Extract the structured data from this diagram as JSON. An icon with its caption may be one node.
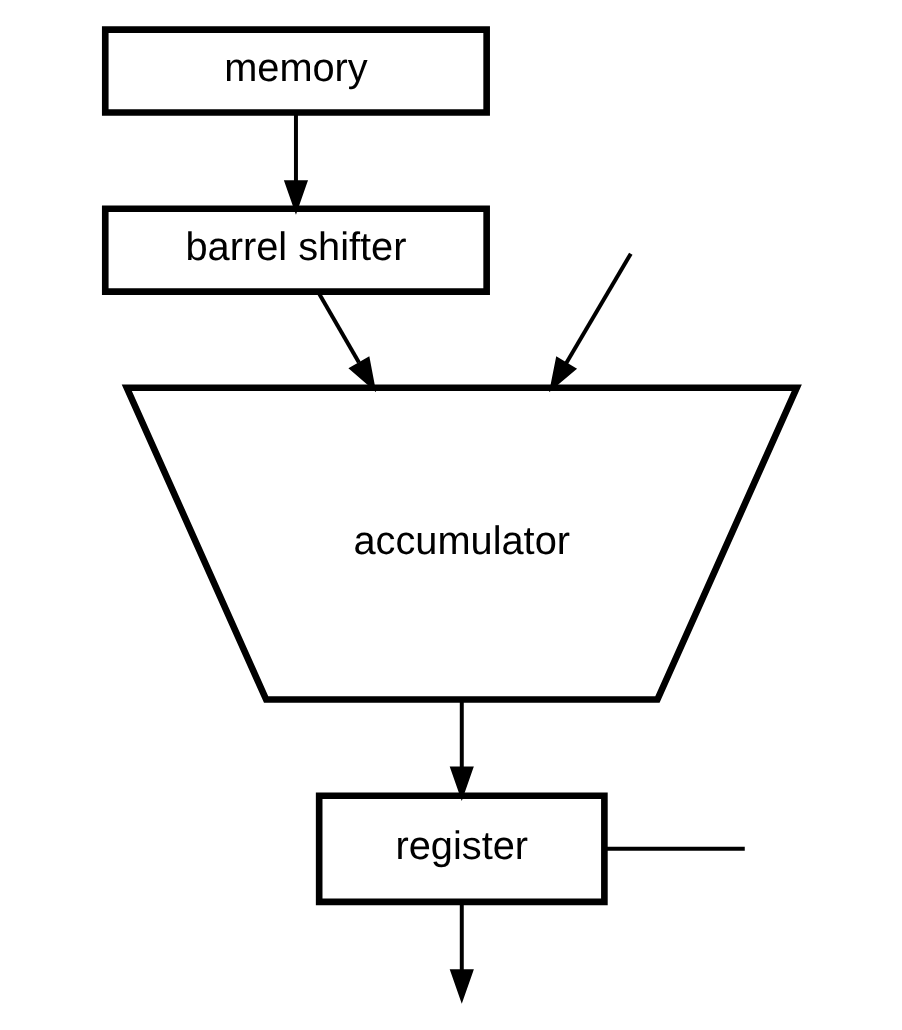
{
  "diagram": {
    "nodes": [
      {
        "text": [
          "memory"
        ]
      },
      {
        "text": [
          "barrel shifter"
        ]
      },
      {
        "text": [
          "accumulator"
        ]
      },
      {
        "text": [
          "register"
        ]
      }
    ],
    "edges": [
      {
        "from": 0,
        "to": 1,
        "arrow": "to"
      },
      {
        "from": 1,
        "to": 2,
        "arrow": "to"
      },
      {
        "from": null,
        "to": 2,
        "arrow": "to"
      },
      {
        "from": 2,
        "to": 3,
        "arrow": "to"
      },
      {
        "from": 3,
        "to": null,
        "arrow": "none"
      },
      {
        "from": 3,
        "to": null,
        "arrow": "to"
      }
    ]
  }
}
